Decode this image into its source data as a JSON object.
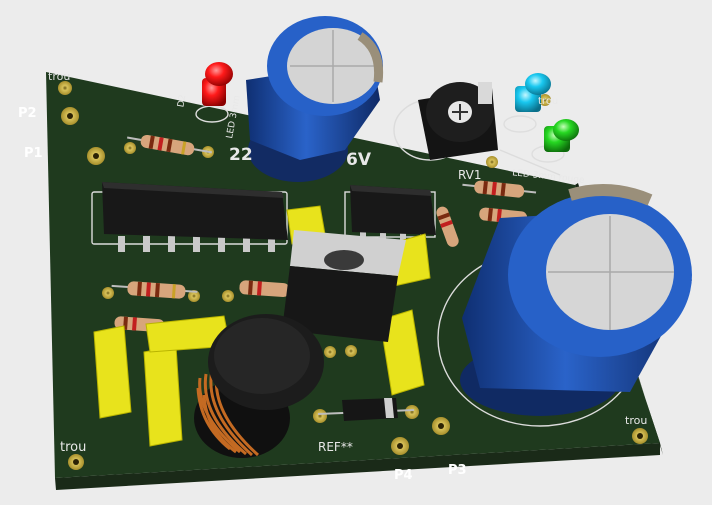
{
  "labels": {
    "p2": "P2",
    "p1": "P1",
    "p4": "P4",
    "p3": "P3",
    "trou_tl": "trou",
    "trou_tr": "trou",
    "trou_bl": "trou",
    "trou_br": "trou",
    "ref": "REF**",
    "rv1": "RV1",
    "d2": "D2",
    "led_3mm_left": "LED 3mm",
    "led_3mm_right": "LED 3mm rouge",
    "cap_text_left": "22",
    "cap_text_right": "6V"
  },
  "colors": {
    "pcb": "#1f3a1e",
    "capacitor_blue": "#1f56b8",
    "inductor_copper": "#c46a22",
    "jumper_yellow": "#e8e31c",
    "resistor_body": "#d7a57c",
    "led_red": "#e01010",
    "led_cyan": "#19c8f0",
    "led_green": "#22d420"
  }
}
